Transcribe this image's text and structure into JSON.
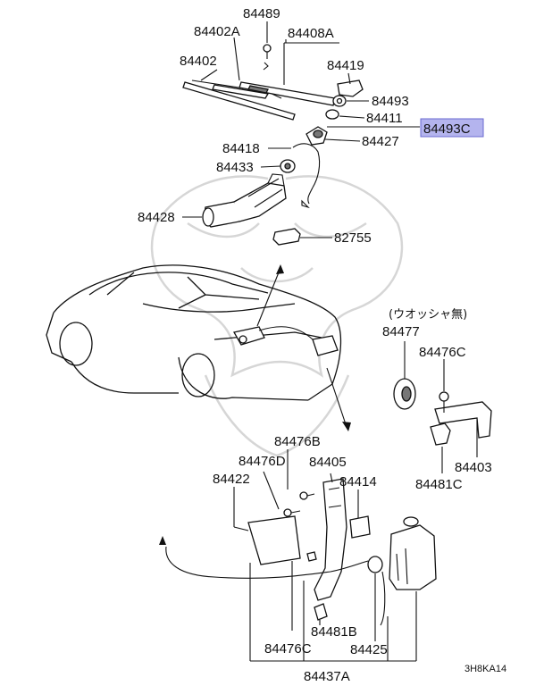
{
  "labels": {
    "p84489": "84489",
    "p84402A": "84402A",
    "p84408A": "84408A",
    "p84402": "84402",
    "p84419": "84419",
    "p84493": "84493",
    "p84411": "84411",
    "p84493C": "84493C",
    "p84427": "84427",
    "p84418": "84418",
    "p84433": "84433",
    "p84428": "84428",
    "p82755": "82755",
    "note": "(ウオッシャ無)",
    "p84477": "84477",
    "p84476C_r": "84476C",
    "p84403": "84403",
    "p84481C": "84481C",
    "p84476B": "84476B",
    "p84476D": "84476D",
    "p84405": "84405",
    "p84422": "84422",
    "p84414": "84414",
    "p84481B": "84481B",
    "p84476C_b": "84476C",
    "p84425": "84425",
    "p84437A": "84437A",
    "ref": "3H8KA14"
  },
  "colors": {
    "highlight": "#b4b4ee",
    "highlight_border": "#6a6ad0",
    "line": "#111111",
    "watermark": "#d6d6d6"
  }
}
